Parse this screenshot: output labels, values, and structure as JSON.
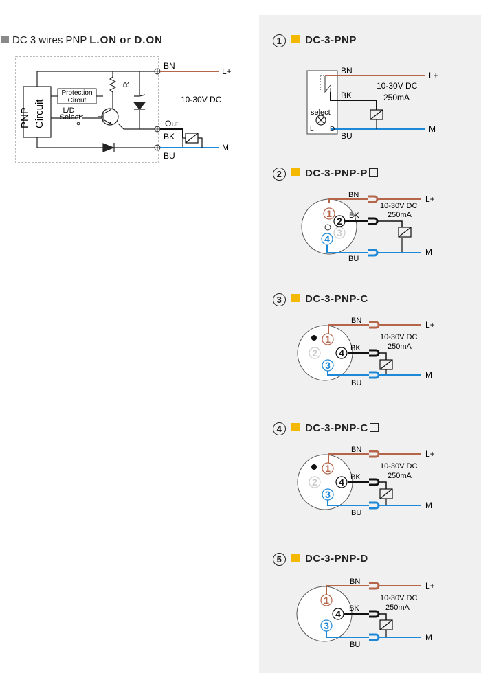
{
  "colors": {
    "brown": "#b5654a",
    "blue": "#1e88d8",
    "black": "#111111",
    "grey_panel": "#f0f0f0",
    "orange": "#f5b800"
  },
  "left": {
    "title_prefix": "DC 3 wires PNP",
    "title_mode1": "L.ON",
    "title_or": "or",
    "title_mode2": "D.ON",
    "circuit_label_1": "PNP",
    "circuit_label_2": "Circuit",
    "protection_1": "Protection",
    "protection_2": "Cirout",
    "ld_1": "L/D",
    "ld_2": "Select",
    "resistor": "R",
    "bn": "BN",
    "out": "Out",
    "bk": "BK",
    "bu": "BU",
    "lplus": "L+",
    "m": "M",
    "voltage": "10-30V DC"
  },
  "sections": [
    {
      "num": "1",
      "title": "DC-3-PNP",
      "box": false
    },
    {
      "num": "2",
      "title": "DC-3-PNP-P",
      "box": true
    },
    {
      "num": "3",
      "title": "DC-3-PNP-C",
      "box": false
    },
    {
      "num": "4",
      "title": "DC-3-PNP-C",
      "box": true
    },
    {
      "num": "5",
      "title": "DC-3-PNP-D",
      "box": false
    }
  ],
  "s1": {
    "bn": "BN",
    "bk": "BK",
    "bu": "BU",
    "lplus": "L+",
    "m": "M",
    "v": "10-30V DC",
    "a": "250mA",
    "select": "select",
    "l": "L",
    "d": "D"
  },
  "s2": {
    "bn": "BN",
    "bk": "BK",
    "bu": "BU",
    "lplus": "L+",
    "m": "M",
    "v": "10-30V DC",
    "a": "250mA",
    "p1": "1",
    "p2": "2",
    "p3": "3",
    "p4": "4"
  },
  "s3": {
    "bn": "BN",
    "bk": "BK",
    "bu": "BU",
    "lplus": "L+",
    "m": "M",
    "v": "10-30V DC",
    "a": "250mA",
    "p1": "1",
    "p2": "2",
    "p3": "3",
    "p4": "4"
  },
  "s4": {
    "bn": "BN",
    "bk": "BK",
    "bu": "BU",
    "lplus": "L+",
    "m": "M",
    "v": "10-30V DC",
    "a": "250mA",
    "p1": "1",
    "p2": "2",
    "p3": "3",
    "p4": "4"
  },
  "s5": {
    "bn": "BN",
    "bk": "BK",
    "bu": "BU",
    "lplus": "L+",
    "m": "M",
    "v": "10-30V DC",
    "a": "250mA",
    "p1": "1",
    "p3": "3",
    "p4": "4"
  }
}
